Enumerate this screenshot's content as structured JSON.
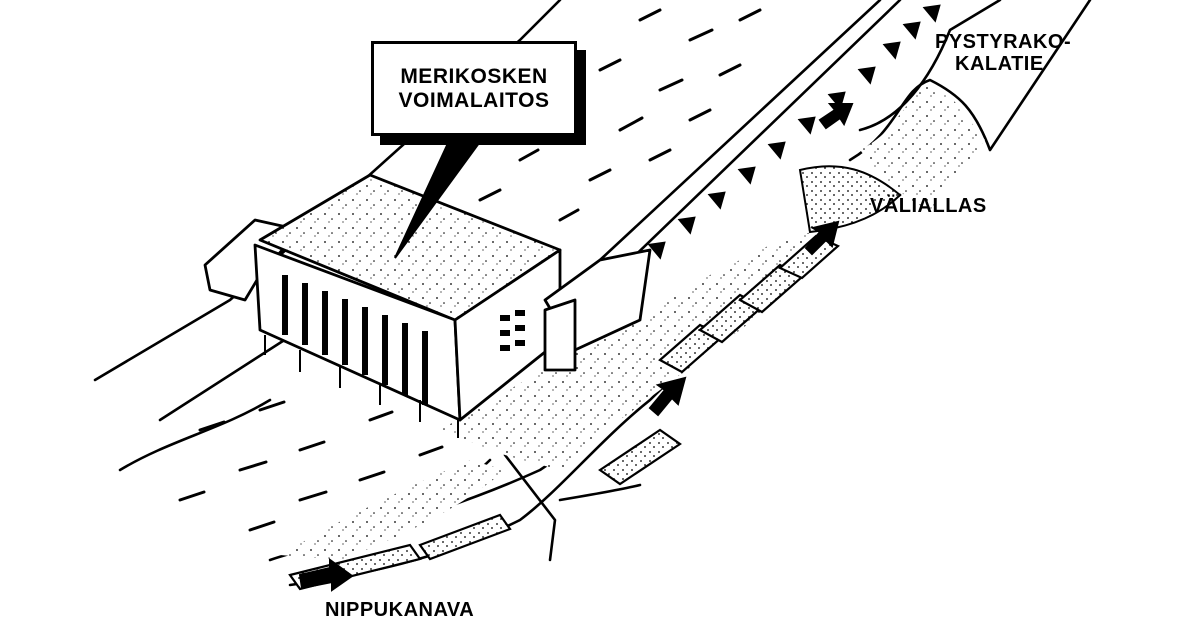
{
  "labels": {
    "power_plant_line1": "MERIKOSKEN",
    "power_plant_line2": "VOIMALAITOS",
    "fishway_line1": "PYSTYRAKO-",
    "fishway_line2": "KALATIE",
    "pool": "VÄLIALLAS",
    "channel": "NIPPUKANAVA"
  },
  "colors": {
    "ink": "#000000",
    "paper": "#ffffff"
  }
}
